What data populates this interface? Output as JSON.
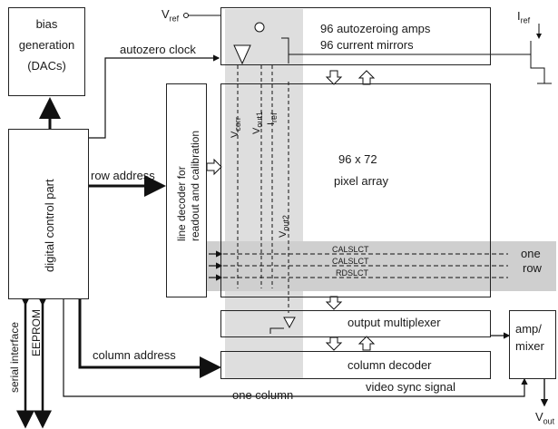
{
  "blocks": {
    "bias": [
      "bias",
      "generation",
      "(DACs)"
    ],
    "digital_control": "digital control part",
    "line_decoder": [
      "line decoder for",
      "readout and calibration"
    ],
    "amps_row1": "96 autozeroing amps",
    "amps_row2": "96 current mirrors",
    "pixel_array_line1": "96 x 72",
    "pixel_array_line2": "pixel array",
    "output_mux": "output multiplexer",
    "column_decoder": "column decoder",
    "amp_mixer": [
      "amp/",
      "mixer"
    ]
  },
  "signals": {
    "autozero_clock": "autozero clock",
    "row_address": "row address",
    "column_address": "column address",
    "video_sync": "video sync signal",
    "serial_interface": "serial interface",
    "eeprom": "EEPROM",
    "v_ref": "V",
    "v_ref_sub": "ref",
    "i_ref": "I",
    "i_ref_sub": "ref",
    "v_corr": "V",
    "v_corr_sub": "corr",
    "v_out1": "V",
    "v_out1_sub": "out1",
    "i_ref_col": "I",
    "i_ref_col_sub": "ref",
    "v_out2": "V",
    "v_out2_sub": "out2",
    "v_out": "V",
    "v_out_sub": "out"
  },
  "row_lines": [
    "CALSLCT",
    "CALSLCT",
    "RDSLCT"
  ],
  "annotations": {
    "one_row": [
      "one",
      "row"
    ],
    "one_column": "one column"
  }
}
